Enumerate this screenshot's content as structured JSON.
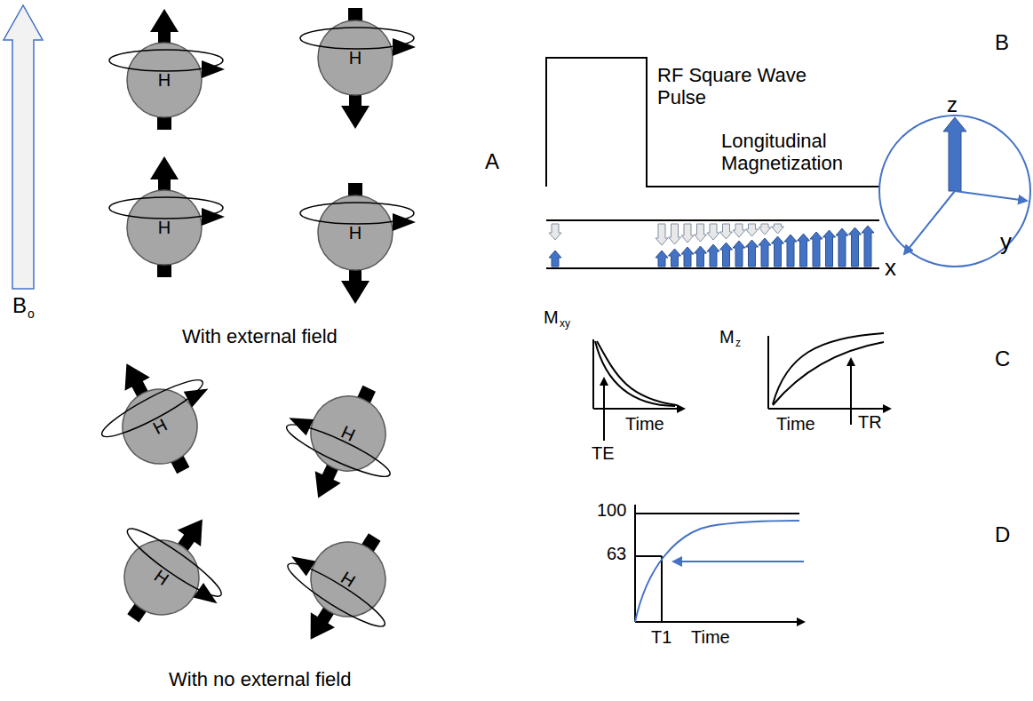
{
  "diagram": {
    "nodes": [
      {
        "text": [
          "H"
        ]
      },
      {
        "text": [
          "H"
        ]
      },
      {
        "text": [
          "H"
        ]
      },
      {
        "text": [
          "H"
        ]
      },
      {
        "text": [
          "H"
        ]
      },
      {
        "text": [
          "H"
        ]
      },
      {
        "text": [
          "H"
        ]
      },
      {
        "text": [
          "H"
        ]
      }
    ],
    "labels": [
      "B",
      "o",
      "A",
      "With external field",
      "With no external field",
      "RF Square Wave Pulse",
      "Longitudinal Magnetization",
      "B",
      "z",
      "x",
      "y",
      "M",
      "xy",
      "TE",
      "Time",
      "M",
      "z",
      "Time",
      "TR",
      "C",
      "100",
      "63",
      "T1",
      "Time",
      "D"
    ]
  }
}
